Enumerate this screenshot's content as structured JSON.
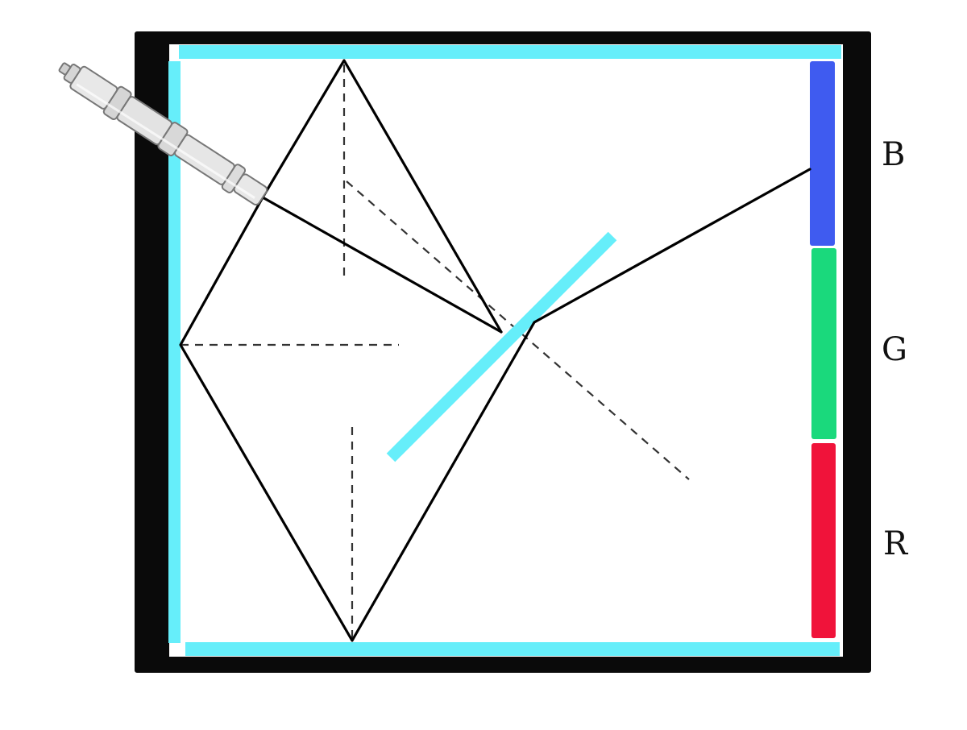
{
  "title": "",
  "labels": {
    "blue": "B",
    "green": "G",
    "red": "R"
  },
  "colors": {
    "frame": "#0a0a0a",
    "mirror": "#66eefa",
    "ray": "#000000",
    "normal": "#333333",
    "blue": "#3f5bf0",
    "green": "#1ad97c",
    "red": "#f0133a",
    "source": "#d0d0d0"
  },
  "icons": {
    "source": "laser-pointer-icon"
  }
}
